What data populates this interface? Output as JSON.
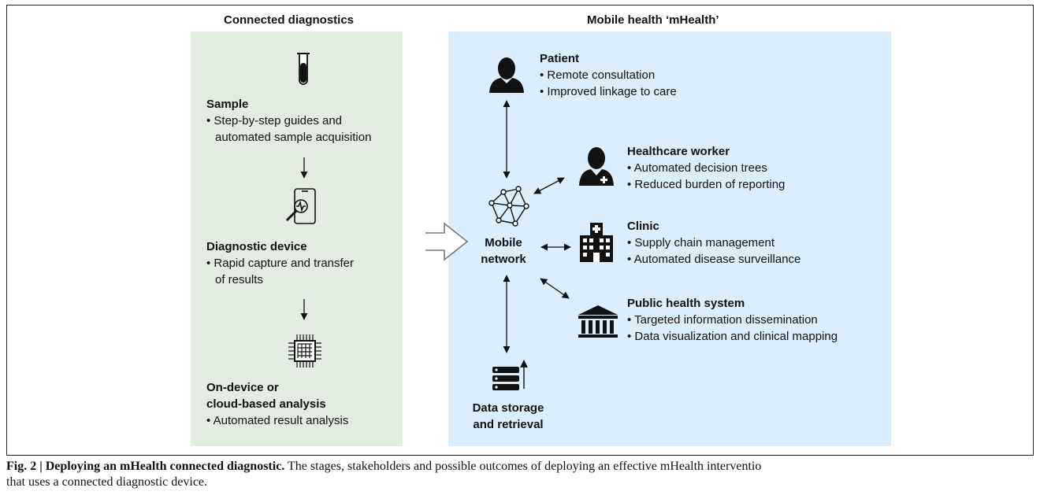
{
  "left_panel": {
    "title": "Connected diagnostics",
    "sample": {
      "heading": "Sample",
      "bullets": [
        "• Step-by-step guides and",
        "automated sample acquisition"
      ]
    },
    "device": {
      "heading": "Diagnostic device",
      "bullets": [
        "• Rapid capture and transfer",
        "of results"
      ]
    },
    "analysis": {
      "heading_lines": [
        "On-device or",
        "cloud-based analysis"
      ],
      "bullets": [
        "• Automated result analysis"
      ]
    }
  },
  "right_panel": {
    "title": "Mobile health ‘mHealth’",
    "network_lines": [
      "Mobile",
      "network"
    ],
    "patient": {
      "heading": "Patient",
      "bullets": [
        "• Remote consultation",
        "• Improved linkage to care"
      ]
    },
    "worker": {
      "heading": "Healthcare worker",
      "bullets": [
        "• Automated decision trees",
        "• Reduced burden of reporting"
      ]
    },
    "clinic": {
      "heading": "Clinic",
      "bullets": [
        "• Supply chain management",
        "• Automated disease surveillance"
      ]
    },
    "public": {
      "heading": "Public health system",
      "bullets": [
        "• Targeted information dissemination",
        "• Data visualization and clinical mapping"
      ]
    },
    "storage_lines": [
      "Data storage",
      "and retrieval"
    ]
  },
  "caption": {
    "label": "Fig. 2 | Deploying an mHealth connected diagnostic.",
    "text_line1": " The stages, stakeholders and possible outcomes of deploying an effective mHealth interventio",
    "text_line2": "that uses a connected diagnostic device."
  },
  "colors": {
    "left_bg": "#e3ece0",
    "right_bg": "#dceefc",
    "ink": "#111111"
  },
  "icons": [
    "test-tube-icon",
    "phone-magnifier-icon",
    "chip-icon",
    "network-icon",
    "patient-icon",
    "doctor-icon",
    "hospital-icon",
    "government-building-icon",
    "server-icon"
  ]
}
